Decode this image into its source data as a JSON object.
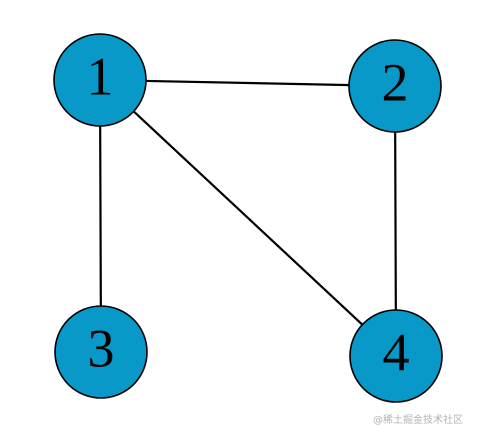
{
  "diagram": {
    "node_fill": "#0899c9",
    "nodes": [
      {
        "id": "1",
        "label": "1"
      },
      {
        "id": "2",
        "label": "2"
      },
      {
        "id": "3",
        "label": "3"
      },
      {
        "id": "4",
        "label": "4"
      }
    ],
    "edges": [
      {
        "from": "1",
        "to": "2"
      },
      {
        "from": "1",
        "to": "3"
      },
      {
        "from": "1",
        "to": "4"
      },
      {
        "from": "2",
        "to": "4"
      }
    ]
  },
  "watermark": {
    "text": "@稀土掘金技术社区"
  }
}
